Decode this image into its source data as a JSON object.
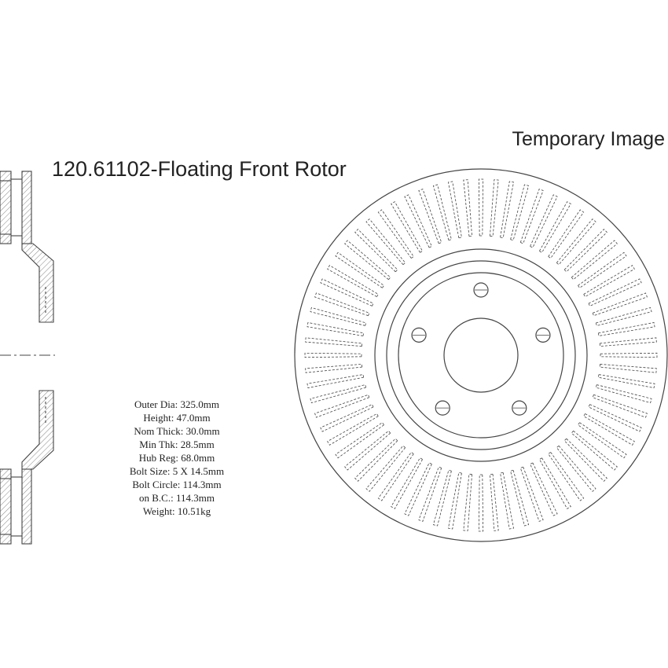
{
  "title": "120.61102-Floating Front Rotor",
  "temporary_label": "Temporary Image",
  "specs": [
    "Outer Dia: 325.0mm",
    "Height: 47.0mm",
    "Nom Thick: 30.0mm",
    "Min Thk: 28.5mm",
    "Hub Reg: 68.0mm",
    "Bolt Size: 5 X 14.5mm",
    "Bolt Circle: 114.3mm",
    "on B.C.: 114.3mm",
    "Weight: 10.51kg"
  ],
  "colors": {
    "line": "#444444",
    "text": "#222222"
  }
}
